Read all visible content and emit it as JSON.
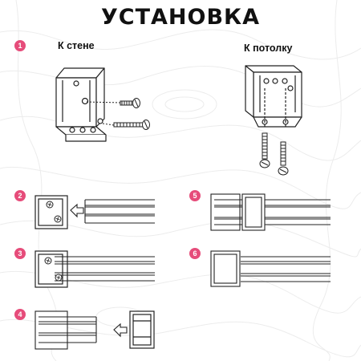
{
  "title": "УСТАНОВКА",
  "captions": {
    "wall": "К стене",
    "ceiling": "К потолку"
  },
  "accent": "#e64c7a",
  "steps": [
    {
      "label": "1",
      "name": "step-1"
    },
    {
      "label": "2",
      "name": "step-2"
    },
    {
      "label": "3",
      "name": "step-3"
    },
    {
      "label": "4",
      "name": "step-4"
    },
    {
      "label": "5",
      "name": "step-5"
    },
    {
      "label": "6",
      "name": "step-6"
    }
  ],
  "icons": {
    "background": "topographic-lines",
    "mount": "bracket-box",
    "fastener": "screw",
    "direction": "arrow-left"
  }
}
